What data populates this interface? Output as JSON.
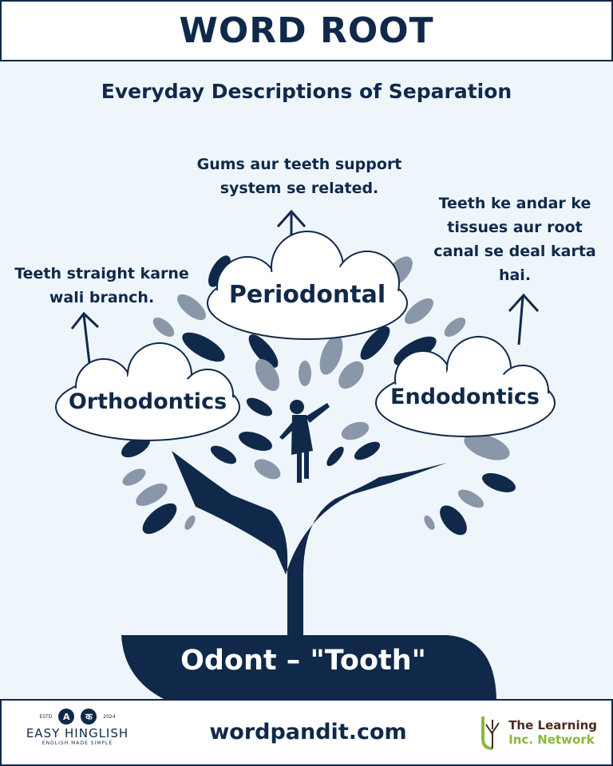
{
  "header": {
    "title": "WORD ROOT"
  },
  "subtitle": "Everyday Descriptions of Separation",
  "branches": [
    {
      "term": "Periodontal",
      "description": "Gums aur teeth support system se related."
    },
    {
      "term": "Orthodontics",
      "description": "Teeth straight karne wali branch."
    },
    {
      "term": "Endodontics",
      "description": "Teeth ke andar ke tissues aur root canal se deal karta hai."
    }
  ],
  "root": "Odont – \"Tooth\"",
  "footer": {
    "site": "wordpandit.com",
    "easy_hinglish": {
      "name": "EASY HINGLISH",
      "tagline": "ENGLISH MADE SIMPLE",
      "estd": "ESTD",
      "year": "2024",
      "glyph_a": "A",
      "glyph_ka": "क"
    },
    "learning": {
      "line1": "The Learning",
      "line2": "Inc. Network"
    }
  },
  "colors": {
    "navy": "#10294a",
    "grey_leaf": "#8a97a8",
    "background": "#eef6fb"
  }
}
